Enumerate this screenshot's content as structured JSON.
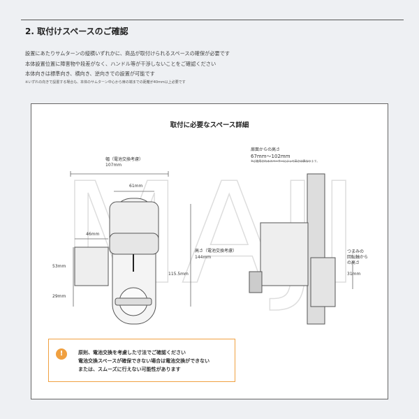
{
  "section": {
    "title": "2. 取付けスペースのご確認",
    "lines": [
      "設置にあたりサムターンの縦横いずれかに、商品が取付けられるスペースの確保が必要です",
      "本体設置位置に障害物や段差がなく、ハンドル等が干渉しないことをご確認ください",
      "本体向きは標準向き、横向き、逆向きでの設置が可能です"
    ],
    "note": "※いずれの向きで設置する場合も、本体のサムターン中心から扉の端までの距離が40mm以上必要です"
  },
  "panel": {
    "title": "取付に必要なスペース詳細",
    "watermark": "MAJI",
    "front": {
      "width_label": "幅（電池交換考慮）",
      "width": "107mm",
      "top_width": "61mm",
      "battery_width": "46mm",
      "h1": "53mm",
      "h2": "29mm",
      "total": "115.5mm",
      "height_label": "高さ（電池交換考慮）",
      "height": "144mm"
    },
    "side": {
      "depth_label": "扉面からの高さ",
      "depth": "67mm〜102mm",
      "depth_note": "※ご使用されるスペーサーによって高さは異なります。",
      "knob_label": [
        "つまみの",
        "回転軸から",
        "の高さ"
      ],
      "knob": "31mm"
    }
  },
  "warning": {
    "icon": "exclamation-icon",
    "color": "#f0a040",
    "lines": [
      "原則、電池交換を考慮した寸法でご確認ください",
      "電池交換スペースが確保できない場合は電池交換ができない",
      "または、スムーズに行えない可能性があります"
    ]
  }
}
